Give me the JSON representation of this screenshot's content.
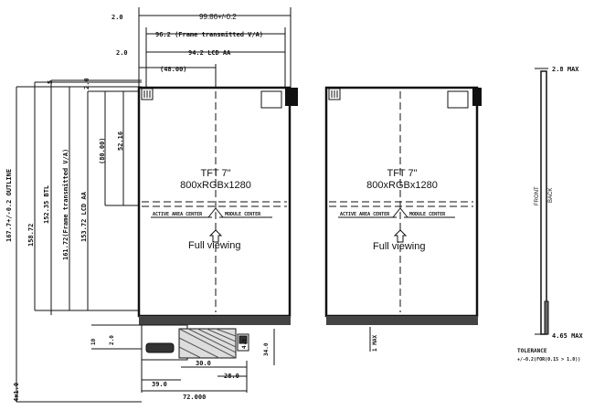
{
  "dims": {
    "top_2_0": "2.0",
    "top_width": "99.86+/-0.2",
    "top_transmitted": "96.2 (Frame transmitted V/A)",
    "top_2_0b": "2.0",
    "top_active": "94.2  LCD AA",
    "top_48": "(48.00)",
    "left_outline": "167.7+/-0.2 OUTLINE",
    "left_h1": "158.72",
    "left_h2": "152.35  BTL",
    "left_h3": "161.72(Frame transmitted V/A)",
    "left_h4": "153.72  LCD AA",
    "left_5": "5",
    "left_2_0": "2.0",
    "left_80": "(80.00)",
    "left_52": "52.16",
    "bottom_10": "10",
    "bottom_2": "2.0",
    "bottom_30": "30.0",
    "bottom_39": "39.0",
    "bottom_34": "34.0",
    "bottom_28": "28.0",
    "bottom_72": "72.000",
    "bottom_4": "4.0",
    "left_bottom": "4x1.0",
    "right_side_1": "1 MAX"
  },
  "front_panel": {
    "title": "TFT 7\"",
    "resolution": "800xRGBx1280",
    "active_center": "ACTIVE AREA CENTER",
    "module_center": "MODULE CENTER",
    "viewing": "Full viewing"
  },
  "back_panel": {
    "title": "TFT 7\"",
    "resolution": "800xRGBx1280",
    "active_center": "ACTIVE AREA CENTER",
    "module_center": "MODULE CENTER",
    "viewing": "Full viewing"
  },
  "side_view": {
    "top_dim": "2.8 MAX",
    "front_label": "FRONT",
    "back_label": "BACK",
    "bottom_dim": "4.65 MAX",
    "note_title": "TOLERANCE",
    "note_body": "+/-0.2(FOR(0.15 > 1.0))"
  }
}
